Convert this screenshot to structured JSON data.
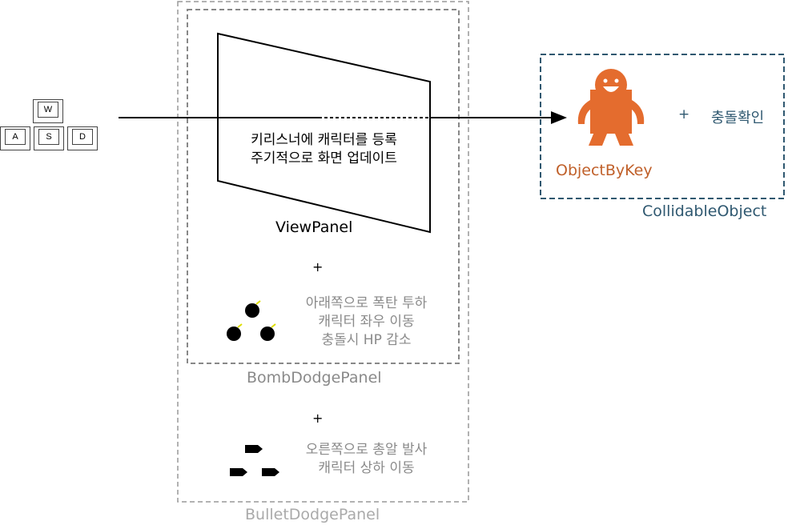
{
  "keys": {
    "w": "W",
    "a": "A",
    "s": "S",
    "d": "D"
  },
  "view_panel": {
    "description": [
      "키리스너에 캐릭터를 등록",
      "주기적으로 화면 업데이트"
    ],
    "label": "ViewPanel"
  },
  "bomb_panel": {
    "plus": "+",
    "description": [
      "아래쪽으로 폭탄 투하",
      "캐릭터 좌우 이동",
      "충돌시 HP 감소"
    ],
    "label": "BombDodgePanel"
  },
  "bullet_panel": {
    "plus": "+",
    "description": [
      "오른쪽으로 총알 발사",
      "캐릭터 상하 이동"
    ],
    "label": "BulletDodgePanel"
  },
  "collidable": {
    "object_label": "ObjectByKey",
    "plus": "+",
    "feature": "충돌확인",
    "label": "CollidableObject"
  },
  "colors": {
    "orange": "#E46C2E",
    "blue": "#2F5870",
    "gray": "#8a8a8a"
  }
}
